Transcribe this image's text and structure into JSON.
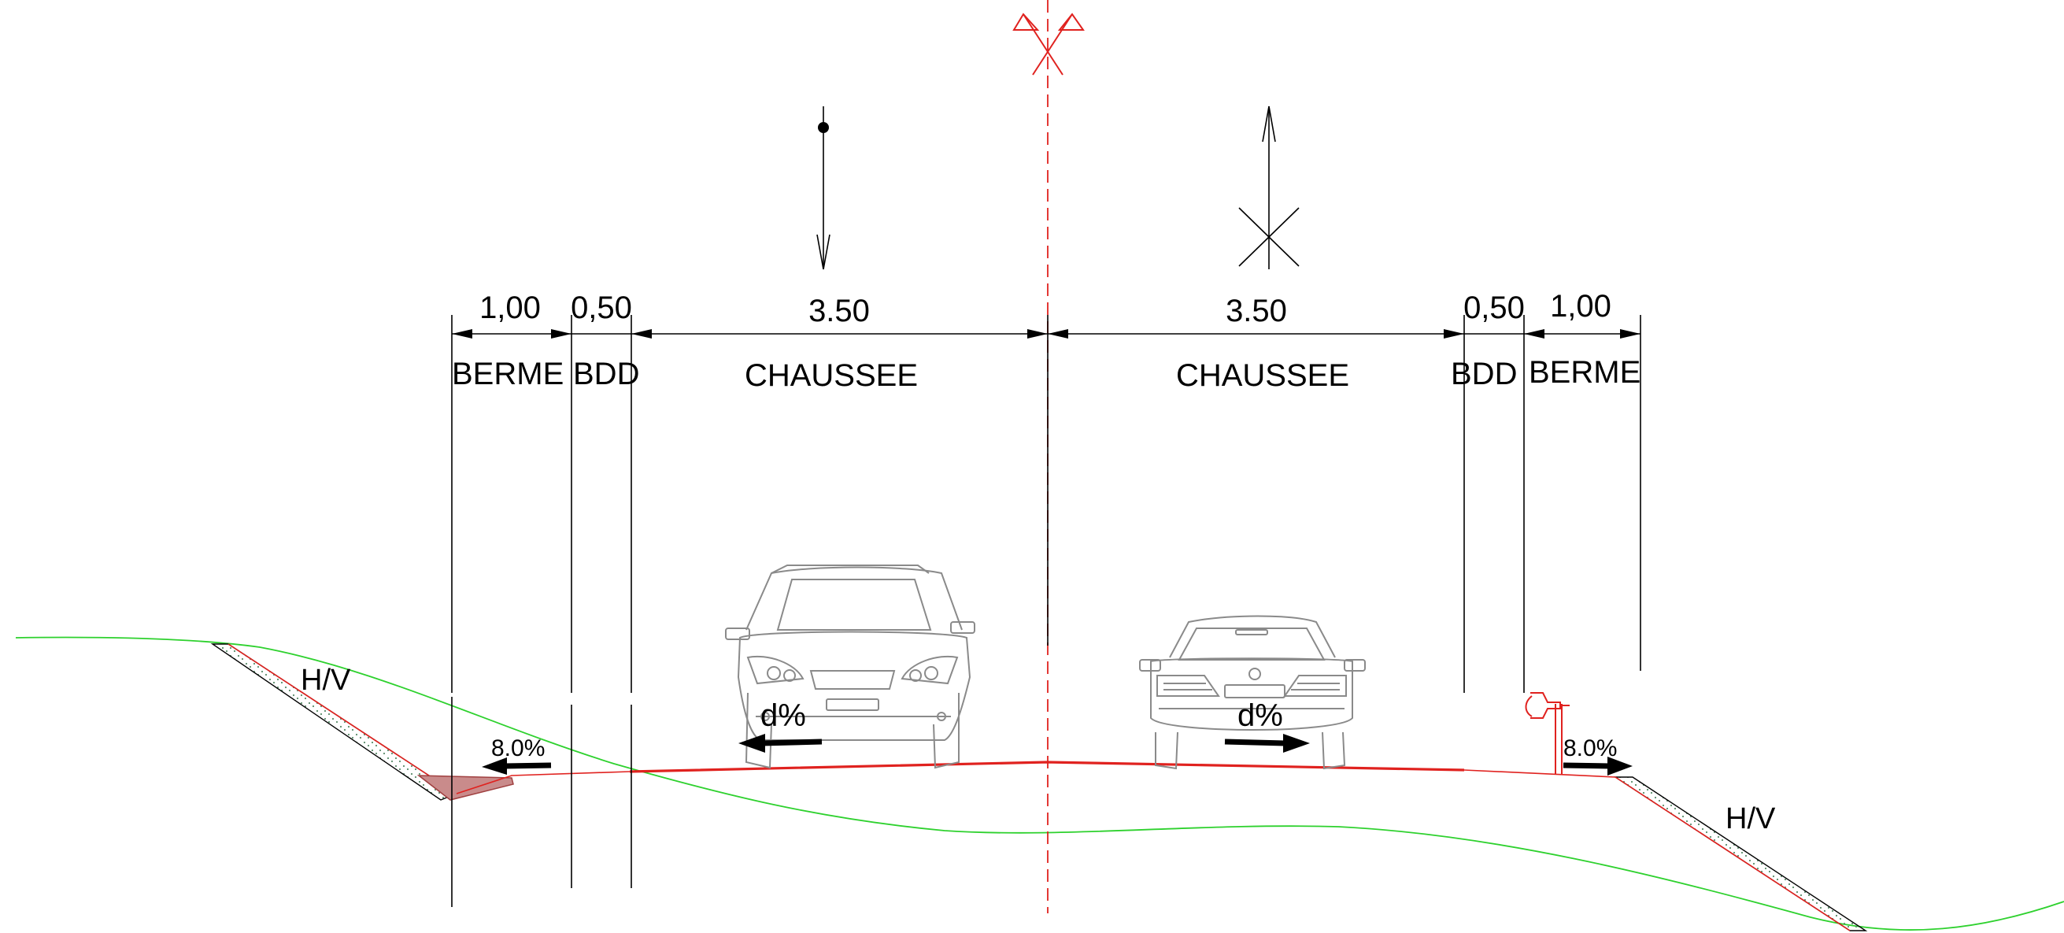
{
  "dimensions": {
    "left_berme": "1,00",
    "left_bdd": "0,50",
    "left_lane": "3.50",
    "right_lane": "3.50",
    "right_bdd": "0,50",
    "right_berme": "1,00"
  },
  "labels": {
    "left_berme": "BERME",
    "left_bdd": "BDD",
    "left_chaussee": "CHAUSSEE",
    "right_chaussee": "CHAUSSEE",
    "right_bdd": "BDD",
    "right_berme": "BERME"
  },
  "slopes": {
    "left_shoulder": "8.0%",
    "right_shoulder": "8.0%",
    "left_lane": "d%",
    "right_lane": "d%"
  },
  "embankment": {
    "left": "H/V",
    "right": "H/V"
  },
  "colors": {
    "profile": "#e0221f",
    "terrain": "#2ed12e",
    "axis": "#e0221f",
    "lines": "#000000",
    "vehicles": "#8a8a8a"
  },
  "icons": {
    "axis_symbol": "centerline-axis-icon",
    "left_direction": "traffic-toward-viewer-icon",
    "right_direction": "traffic-away-from-viewer-icon",
    "sign": "roadside-sign-icon"
  }
}
